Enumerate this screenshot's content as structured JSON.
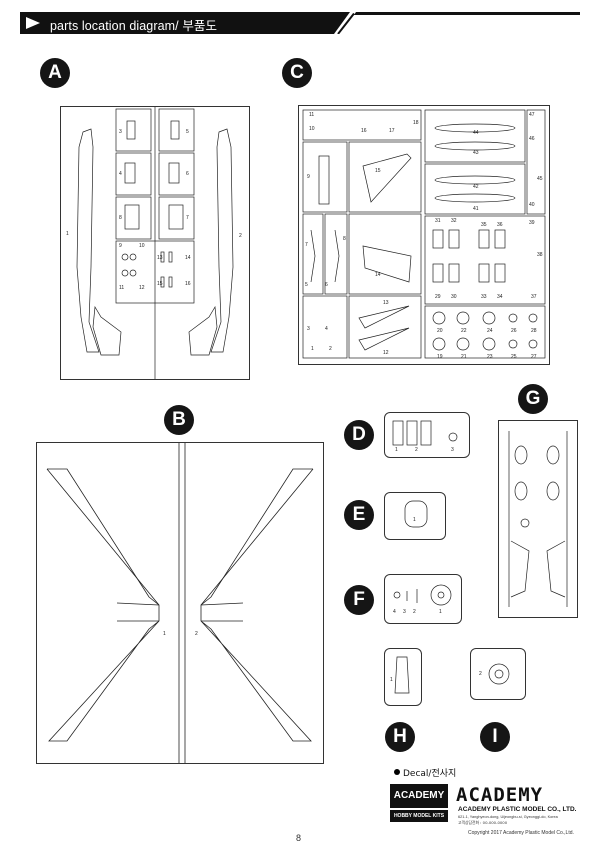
{
  "header": {
    "title": "parts location diagram/ 부품도"
  },
  "sections": {
    "A": {
      "label": "A",
      "parts": [
        "1",
        "2",
        "3",
        "4",
        "5",
        "6",
        "7",
        "8",
        "9",
        "10",
        "11",
        "12",
        "13",
        "14",
        "15",
        "16"
      ]
    },
    "B": {
      "label": "B",
      "parts": [
        "1",
        "2"
      ]
    },
    "C": {
      "label": "C",
      "parts": [
        "1",
        "2",
        "3",
        "4",
        "5",
        "6",
        "7",
        "8",
        "9",
        "10",
        "11",
        "12",
        "13",
        "14",
        "15",
        "16",
        "17",
        "18",
        "19",
        "20",
        "21",
        "22",
        "23",
        "24",
        "25",
        "26",
        "27",
        "28",
        "29",
        "30",
        "31",
        "32",
        "33",
        "34",
        "35",
        "36",
        "37",
        "38",
        "39",
        "40",
        "41",
        "42",
        "43",
        "44",
        "45",
        "46",
        "47"
      ]
    },
    "D": {
      "label": "D",
      "parts": [
        "1",
        "2",
        "3"
      ]
    },
    "E": {
      "label": "E",
      "parts": [
        "1"
      ]
    },
    "F": {
      "label": "F",
      "parts": [
        "1",
        "2",
        "3",
        "4"
      ]
    },
    "G": {
      "label": "G"
    },
    "H": {
      "label": "H",
      "parts": [
        "1"
      ]
    },
    "I": {
      "label": "I",
      "parts": [
        "2"
      ]
    }
  },
  "decal": {
    "label": "Decal/전사지"
  },
  "footer": {
    "hobby_logo_top": "ACADEMY",
    "hobby_logo_bottom": "HOBBY MODEL KITS",
    "brand": "ACADEMY",
    "company": "ACADEMY PLASTIC MODEL CO., LTD.",
    "address": "621-1, Yanghyeon-dong, Uijeongbu-si, Gyeonggi-do, Korea",
    "tel": "고객상담전화 : 00-000-0000",
    "page": "8",
    "copyright": "Copyright 2017 Academy Plastic Model Co.,Ltd."
  }
}
